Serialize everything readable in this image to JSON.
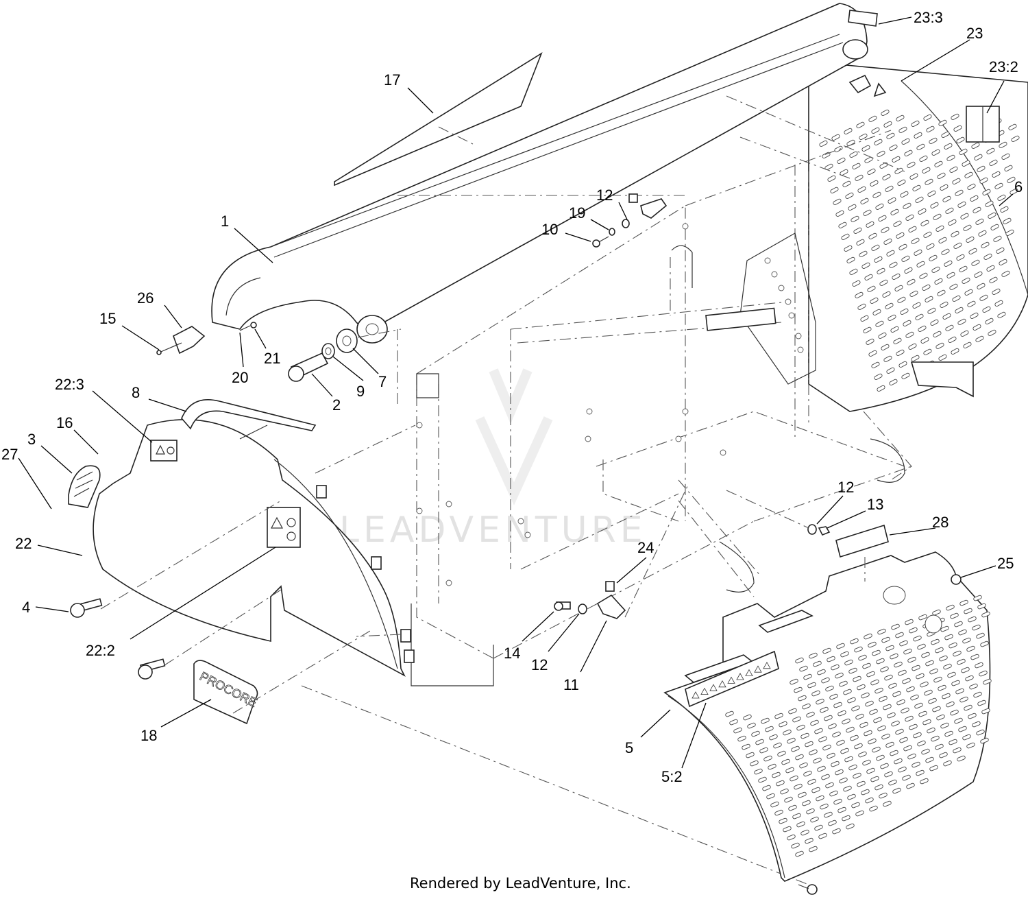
{
  "footer": {
    "text": "Rendered by LeadVenture, Inc."
  },
  "watermark": {
    "text": "LEADVENTURE"
  },
  "decals": {
    "procore_logo": "PROCORE"
  },
  "callouts": [
    {
      "id": "c-17",
      "label": "17"
    },
    {
      "id": "c-23-3",
      "label": "23:3"
    },
    {
      "id": "c-23",
      "label": "23"
    },
    {
      "id": "c-23-2",
      "label": "23:2"
    },
    {
      "id": "c-6",
      "label": "6"
    },
    {
      "id": "c-1",
      "label": "1"
    },
    {
      "id": "c-12a",
      "label": "12"
    },
    {
      "id": "c-19",
      "label": "19"
    },
    {
      "id": "c-10",
      "label": "10"
    },
    {
      "id": "c-26",
      "label": "26"
    },
    {
      "id": "c-15",
      "label": "15"
    },
    {
      "id": "c-21",
      "label": "21"
    },
    {
      "id": "c-20",
      "label": "20"
    },
    {
      "id": "c-9",
      "label": "9"
    },
    {
      "id": "c-7",
      "label": "7"
    },
    {
      "id": "c-2",
      "label": "2"
    },
    {
      "id": "c-22-3",
      "label": "22:3"
    },
    {
      "id": "c-8",
      "label": "8"
    },
    {
      "id": "c-16",
      "label": "16"
    },
    {
      "id": "c-3",
      "label": "3"
    },
    {
      "id": "c-27",
      "label": "27"
    },
    {
      "id": "c-22",
      "label": "22"
    },
    {
      "id": "c-4",
      "label": "4"
    },
    {
      "id": "c-22-2",
      "label": "22:2"
    },
    {
      "id": "c-18",
      "label": "18"
    },
    {
      "id": "c-12b",
      "label": "12"
    },
    {
      "id": "c-13",
      "label": "13"
    },
    {
      "id": "c-28",
      "label": "28"
    },
    {
      "id": "c-24",
      "label": "24"
    },
    {
      "id": "c-25",
      "label": "25"
    },
    {
      "id": "c-14",
      "label": "14"
    },
    {
      "id": "c-12c",
      "label": "12"
    },
    {
      "id": "c-11",
      "label": "11"
    },
    {
      "id": "c-5",
      "label": "5"
    },
    {
      "id": "c-5-2",
      "label": "5:2"
    }
  ]
}
